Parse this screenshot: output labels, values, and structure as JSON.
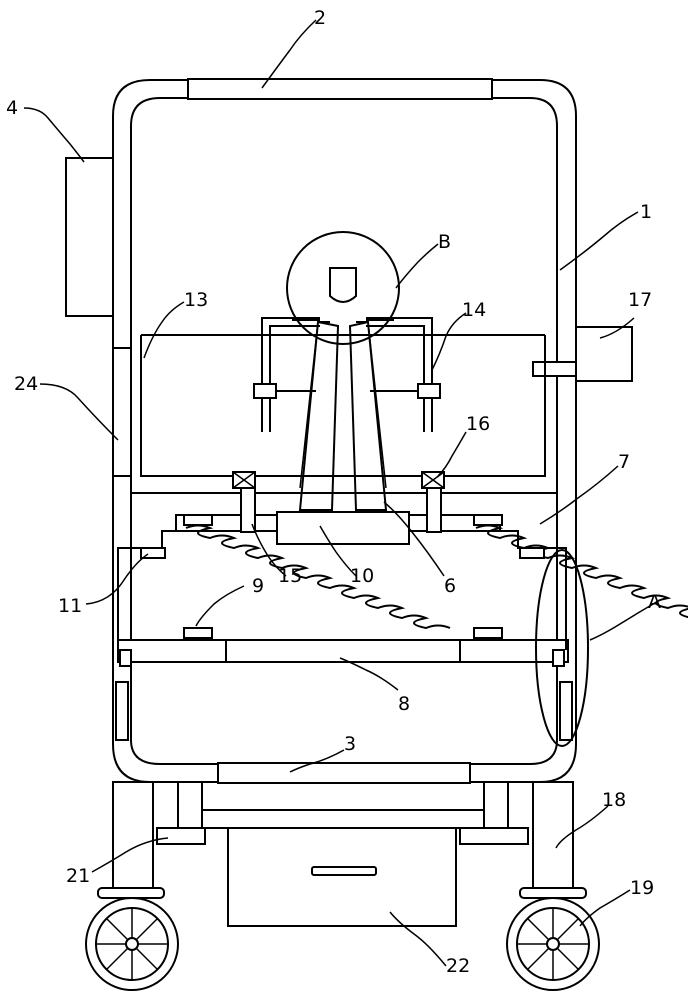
{
  "diagram": {
    "labels": {
      "l1": "1",
      "l2": "2",
      "l3": "3",
      "l4": "4",
      "l6": "6",
      "l7": "7",
      "l8": "8",
      "l9": "9",
      "l10": "10",
      "l11": "11",
      "l13": "13",
      "l14": "14",
      "l15": "15",
      "l16": "16",
      "l17": "17",
      "l18": "18",
      "l19": "19",
      "l21": "21",
      "l22": "22",
      "l24": "24",
      "lA": "A",
      "lB": "B"
    }
  }
}
